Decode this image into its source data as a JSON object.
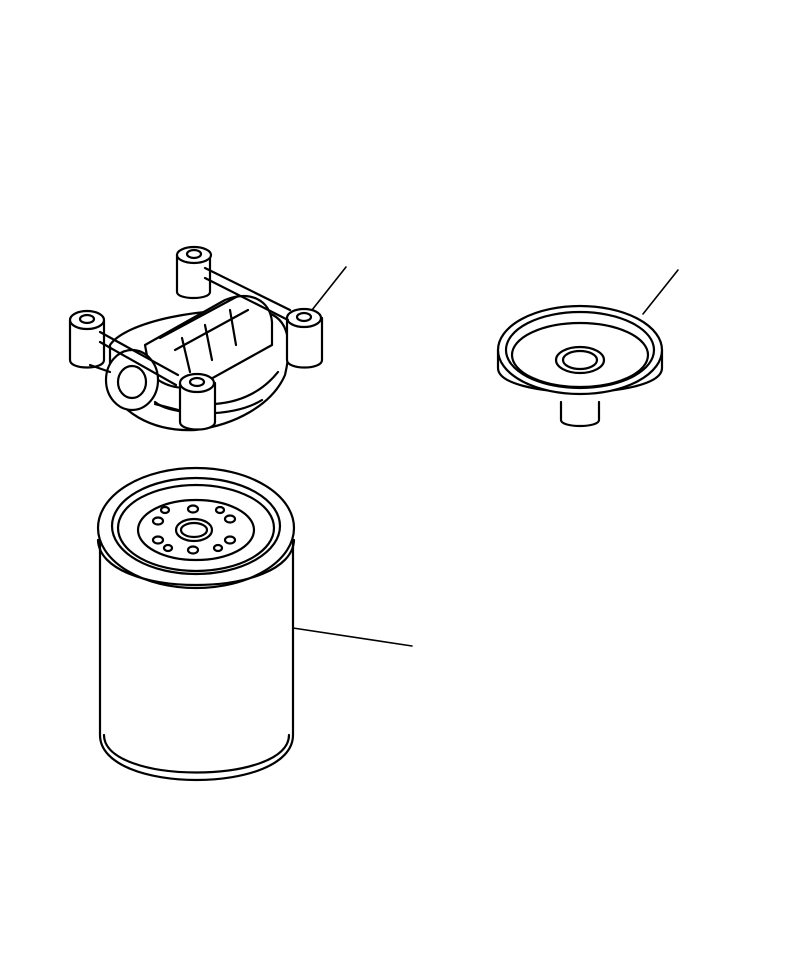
{
  "diagram": {
    "kind": "exploded-parts-illustration",
    "line_color": "#000000",
    "background": "#ffffff",
    "parts": [
      {
        "id": "filter-head",
        "icon": "filter-head-icon",
        "has_leader_line": true
      },
      {
        "id": "sediment-bowl",
        "icon": "bowl-icon",
        "has_leader_line": true
      },
      {
        "id": "filter-cartridge",
        "icon": "cartridge-icon",
        "has_leader_line": true
      }
    ]
  }
}
